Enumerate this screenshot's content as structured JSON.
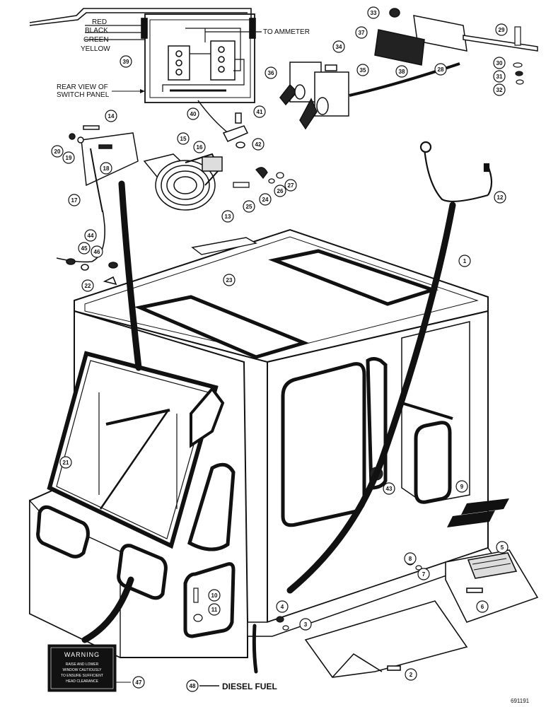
{
  "wire_labels": {
    "red": "RED",
    "black": "BLACK",
    "green": "GREEN",
    "yellow": "YELLOW",
    "to_ammeter": "TO AMMETER",
    "rear_view_line1": "REAR VIEW OF",
    "rear_view_line2": "SWITCH PANEL"
  },
  "warning_decal": {
    "title": "WARNING",
    "lines": [
      "RAISE AND LOWER",
      "WINDOW CAUTIOUSLY",
      "TO ENSURE SUFFICIENT",
      "HEAD CLEARANCE"
    ]
  },
  "diesel_fuel_label": "DIESEL FUEL",
  "figure_id": "691191",
  "callouts": [
    "1",
    "2",
    "3",
    "4",
    "5",
    "6",
    "7",
    "8",
    "9",
    "10",
    "11",
    "12",
    "13",
    "14",
    "15",
    "16",
    "17",
    "18",
    "19",
    "20",
    "21",
    "22",
    "23",
    "24",
    "25",
    "26",
    "27",
    "28",
    "29",
    "30",
    "31",
    "32",
    "33",
    "34",
    "35",
    "36",
    "37",
    "38",
    "39",
    "40",
    "41",
    "42",
    "43",
    "44",
    "45",
    "46",
    "47",
    "48"
  ]
}
